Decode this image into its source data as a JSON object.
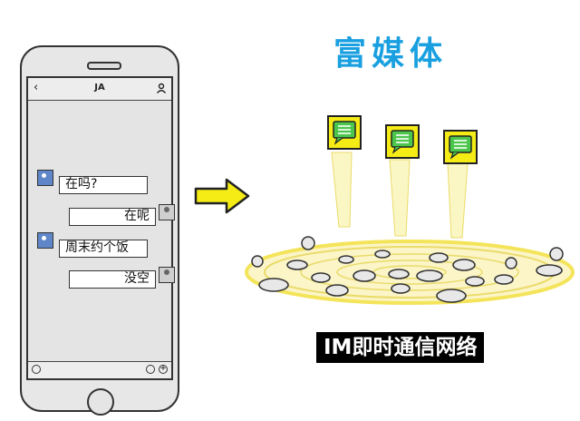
{
  "chat": {
    "title": "JA",
    "messages": [
      {
        "side": "left",
        "text": "在吗?"
      },
      {
        "side": "right",
        "text": "在呢"
      },
      {
        "side": "left",
        "text": "周末约个饭"
      },
      {
        "side": "right",
        "text": "没空"
      }
    ]
  },
  "headline": "富媒体",
  "network_label": "IM即时通信网络",
  "colors": {
    "accent_blue": "#1aa0e0",
    "arrow_yellow": "#f5ec16",
    "message_green": "#4cc64c",
    "ring_yellow": "#f4e45a"
  },
  "icons": [
    "back-arrow-icon",
    "user-icon",
    "voice-icon",
    "emoji-icon",
    "plus-icon",
    "arrow-right-icon",
    "message-icon",
    "wifi-icon",
    "transfer-icon"
  ]
}
